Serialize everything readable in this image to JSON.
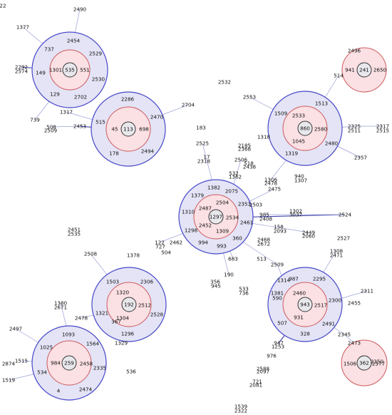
{
  "colors": {
    "outer_fill": "#e4e4f6",
    "outer_stroke": "#4848c8",
    "inner_fill": "#fbe0e4",
    "inner_stroke": "#cc5a5a",
    "highlight_label": "#d2461e",
    "edge": "#9aa0d6"
  },
  "hubs": [
    {
      "id": "535",
      "ring": [
        "737",
        "2454",
        "2529",
        "551",
        "2530",
        "2702",
        "129",
        "149",
        "1301"
      ]
    },
    {
      "id": "113",
      "ring": [
        "2286",
        "2470",
        "698",
        "2494",
        "178",
        "45",
        "515"
      ]
    },
    {
      "id": "860",
      "ring": [
        "1513",
        "2533",
        "2580",
        "2480",
        "1319",
        "1045",
        "1509"
      ]
    },
    {
      "id": "241",
      "ring": [
        "2496",
        "2650",
        "941"
      ]
    },
    {
      "id": "1297",
      "ring": [
        "1382",
        "2504",
        "2351",
        "2534",
        "2461",
        "360",
        "1309",
        "993",
        "994",
        "1298",
        "2452",
        "1310",
        "1379",
        "2487",
        "2075"
      ]
    },
    {
      "id": "192",
      "ring": [
        "1503",
        "2306",
        "1320",
        "2512",
        "2528",
        "1296",
        "1304",
        "367",
        "1321"
      ]
    },
    {
      "id": "943",
      "ring": [
        "987",
        "2295",
        "2460",
        "2517",
        "2300",
        "2491",
        "328",
        "931",
        "507",
        "590",
        "1314"
      ]
    },
    {
      "id": "259",
      "ring": [
        "1093",
        "1564",
        "2458",
        "2474",
        "4",
        "534",
        "984",
        "1025"
      ]
    },
    {
      "id": "362",
      "ring": [
        "2473",
        "1506",
        "2350",
        "2377"
      ]
    }
  ],
  "outer_labels": [
    {
      "id": "l_22",
      "text": "22"
    },
    {
      "id": "l_2490",
      "text": "2490"
    },
    {
      "id": "l_1377",
      "text": "1377"
    },
    {
      "id": "l_2292",
      "text": "2292"
    },
    {
      "id": "l_2574",
      "text": "2574"
    },
    {
      "id": "l_739",
      "text": "739"
    },
    {
      "id": "l_1317",
      "text": "1317"
    },
    {
      "id": "l_508",
      "text": "508"
    },
    {
      "id": "l_2509",
      "text": "2509"
    },
    {
      "id": "l_2453",
      "text": "2453"
    },
    {
      "id": "l_2704",
      "text": "2704"
    },
    {
      "id": "l_2532",
      "text": "2532"
    },
    {
      "id": "l_2553",
      "text": "2553"
    },
    {
      "id": "l_514",
      "text": "514"
    },
    {
      "id": "l_183",
      "text": "183"
    },
    {
      "id": "l_2525",
      "text": "2525"
    },
    {
      "id": "l_1318",
      "text": "1318"
    },
    {
      "id": "l_2325",
      "text": "2325"
    },
    {
      "id": "l_2511",
      "text": "2511"
    },
    {
      "id": "l_2317",
      "text": "2317"
    },
    {
      "id": "l_2515",
      "text": "2515"
    },
    {
      "id": "l_2357",
      "text": "2357"
    },
    {
      "id": "l_17",
      "text": "17"
    },
    {
      "id": "l_2318",
      "text": "2318"
    },
    {
      "id": "l_2185",
      "text": "2185"
    },
    {
      "id": "l_2368",
      "text": "2368"
    },
    {
      "id": "l_2506",
      "text": "2506"
    },
    {
      "id": "l_518",
      "text": "518"
    },
    {
      "id": "l_2438",
      "text": "2438"
    },
    {
      "id": "l_532",
      "text": "532"
    },
    {
      "id": "l_1362",
      "text": "1362"
    },
    {
      "id": "l_1306",
      "text": "1306"
    },
    {
      "id": "l_2478b",
      "text": "2478"
    },
    {
      "id": "l_940",
      "text": "940"
    },
    {
      "id": "l_1307",
      "text": "1307"
    },
    {
      "id": "l_2475",
      "text": "2475"
    },
    {
      "id": "l_2503",
      "text": "2503"
    },
    {
      "id": "l_1302",
      "text": "1302"
    },
    {
      "id": "l_3037",
      "text": "3037",
      "highlight": true
    },
    {
      "id": "l_985",
      "text": "985"
    },
    {
      "id": "l_2408",
      "text": "2408"
    },
    {
      "id": "l_2524",
      "text": "2524"
    },
    {
      "id": "l_158",
      "text": "158"
    },
    {
      "id": "l_2093",
      "text": "2093"
    },
    {
      "id": "l_2449",
      "text": "2449"
    },
    {
      "id": "l_2060",
      "text": "2060"
    },
    {
      "id": "l_2451",
      "text": "2451"
    },
    {
      "id": "l_2535",
      "text": "2535"
    },
    {
      "id": "l_2508",
      "text": "2508"
    },
    {
      "id": "l_122",
      "text": "122"
    },
    {
      "id": "l_727",
      "text": "727"
    },
    {
      "id": "l_504",
      "text": "504"
    },
    {
      "id": "l_2462",
      "text": "2462"
    },
    {
      "id": "l_1378",
      "text": "1378"
    },
    {
      "id": "l_2468",
      "text": "2468"
    },
    {
      "id": "l_2672",
      "text": "2672"
    },
    {
      "id": "l_2527",
      "text": "2527"
    },
    {
      "id": "l_1308",
      "text": "1308"
    },
    {
      "id": "l_2471",
      "text": "2471"
    },
    {
      "id": "l_513",
      "text": "513"
    },
    {
      "id": "l_683",
      "text": "683"
    },
    {
      "id": "l_2509b",
      "text": "2509"
    },
    {
      "id": "l_190",
      "text": "190"
    },
    {
      "id": "l_356",
      "text": "356"
    },
    {
      "id": "l_945",
      "text": "945"
    },
    {
      "id": "l_533",
      "text": "533"
    },
    {
      "id": "l_736",
      "text": "736"
    },
    {
      "id": "l_1381",
      "text": "1381"
    },
    {
      "id": "l_2311",
      "text": "2311"
    },
    {
      "id": "l_2455",
      "text": "2455"
    },
    {
      "id": "l_1380",
      "text": "1380"
    },
    {
      "id": "l_2671",
      "text": "2671"
    },
    {
      "id": "l_2478",
      "text": "2478"
    },
    {
      "id": "l_2497",
      "text": "2497"
    },
    {
      "id": "l_2345",
      "text": "2345"
    },
    {
      "id": "l_947",
      "text": "947"
    },
    {
      "id": "l_1253",
      "text": "1253"
    },
    {
      "id": "l_976",
      "text": "976"
    },
    {
      "id": "l_2874",
      "text": "2874",
      "highlight": true
    },
    {
      "id": "l_1515",
      "text": "1515"
    },
    {
      "id": "l_1519",
      "text": "1519"
    },
    {
      "id": "l_1329",
      "text": "1329"
    },
    {
      "id": "l_2335",
      "text": "2335"
    },
    {
      "id": "l_536",
      "text": "536"
    },
    {
      "id": "l_2588",
      "text": "2588"
    },
    {
      "id": "l_2097",
      "text": "2097"
    },
    {
      "id": "l_721",
      "text": "721"
    },
    {
      "id": "l_2081",
      "text": "2081"
    },
    {
      "id": "l_1539",
      "text": "1539"
    },
    {
      "id": "l_2322",
      "text": "2322"
    }
  ]
}
